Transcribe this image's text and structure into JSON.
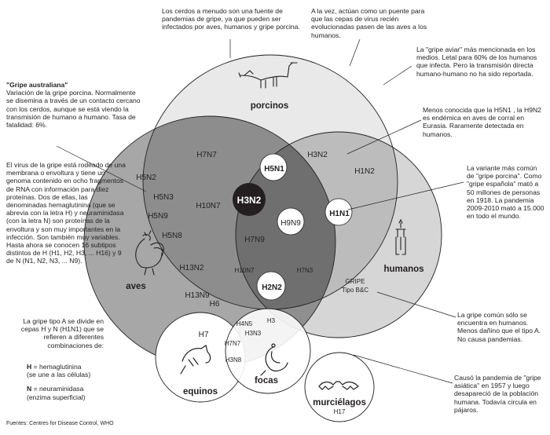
{
  "circles": {
    "porcinos": "porcinos",
    "aves": "aves",
    "humanos": "humanos",
    "equinos": "equinos",
    "focas": "focas",
    "murcielagos": "murciélagos",
    "murcielagos_sub": "H17"
  },
  "subtypes": {
    "h7n7_top": "H7N7",
    "h3n2_top": "H3N2",
    "h5n1": "H5N1",
    "h1n2": "H1N2",
    "h3n2_center": "H3N2",
    "h10n7_mid": "H10N7",
    "h9n9": "H9N9",
    "h1n1": "H1N1",
    "h5n2": "H5N2",
    "h5n3": "H5N3",
    "h5n9": "H5N9",
    "h5n8": "H5N8",
    "h7n9": "H7N9",
    "h10n7_low": "H10N7",
    "h7n3": "H7N3",
    "h13n2": "H13N2",
    "h2n2": "H2N2",
    "gripe": "GRIPE",
    "tipo_bc": "Tipo B&C",
    "h13n9": "H13N9",
    "h6": "H6",
    "h4n5": "H4N5",
    "h3n3": "H3N3",
    "h3": "H3",
    "h7_bottom": "H7",
    "h7n7_bottom": "H7N7",
    "h3n8": "H3N8"
  },
  "notes": {
    "cerdos": "Los cerdos a menudo son una fuente de pandemias de gripe, ya que pueden ser infectados por aves, humanos y gripe porcina.",
    "puente": "A la vez, actúan como un puente para que las cepas de virus recién evolucionadas pasen de las aves a los humanos.",
    "australiana_title": "\"Gripe australiana\"",
    "australiana_body": "Variación de la gripe porcina. Normalmente se disemina a través de un contacto cercano con los cerdos, aunque se está viendo la transmisión de humano a humano. Tasa de fatalidad: 6%.",
    "aviar": "La \"gripe aviar\" más mencionada en los medios. Letal para 60% de los humanos que infecta. Pero la transmisión directa humano-humano no ha sido reportada.",
    "h9n2": "Menos conocida que la H5N1 , la H9N2 es endémica en aves de corral en Eurasia. Raramente detectada en humanos.",
    "virus": "El virus de la gripe está rodeado de una membrana o envoltura y tiene un genoma contenido en ocho fragmentos de RNA con información para diez proteínas. Dos de ellas, las denominadas hemaglutinina (que se abrevia con la letra H) y neuraminidasa (con la letra N) son proteínas de la envoltura y son muy importantes en la infección. Son también muy variables. Hasta ahora se conocen 16 subtipos distintos de H (H1, H2, H3, ... H16) y 9 de N (N1, N2, N3, ... N9).",
    "porcina": "La variante más común de \"gripe porcina\". Como \"gripe española\" mató a 50 millones de personas en 1918. La pandemia 2009-2010 mató a 15.000 en todo el mundo.",
    "tipo_a": "La gripe tipo A se divide en cepas H y N (H1N1) que se refieren a diferentes combinaciones de:",
    "h_letter": "H",
    "h_def_1": " = hemaglutinina",
    "h_def_2": "(se une a las células)",
    "n_letter": "N",
    "n_def_1": " = neuraminidasa",
    "n_def_2": "(enzima superficial)",
    "comun": "La gripe común sólo se encuentra en humanos. Menos dañino que el tipo A. No causa pandemias.",
    "asiatica": "Causó la pandemia de \"gripe asiática\" en 1957 y luego desapareció de la población humana. Todavía circula en pájaros."
  },
  "source": "Fuentes: Centres for Disease Control, WHO",
  "colors": {
    "porcinos_fill": "#e9e9e9",
    "aves_fill": "#a7a7a7",
    "humanos_fill": "#d6d6d6",
    "porcinos_aves": "#8d8d8d",
    "porcinos_humanos": "#bcbcbc",
    "aves_humanos": "#8f8f8f",
    "triple": "#6f6f6f",
    "h3n2_badge": "#231f20",
    "badge_white": "#ffffff",
    "ink": "#231f20"
  },
  "icons": [
    "pig-icon",
    "rooster-icon",
    "human-figure-icon",
    "horse-icon",
    "seal-icon",
    "bat-icon"
  ]
}
